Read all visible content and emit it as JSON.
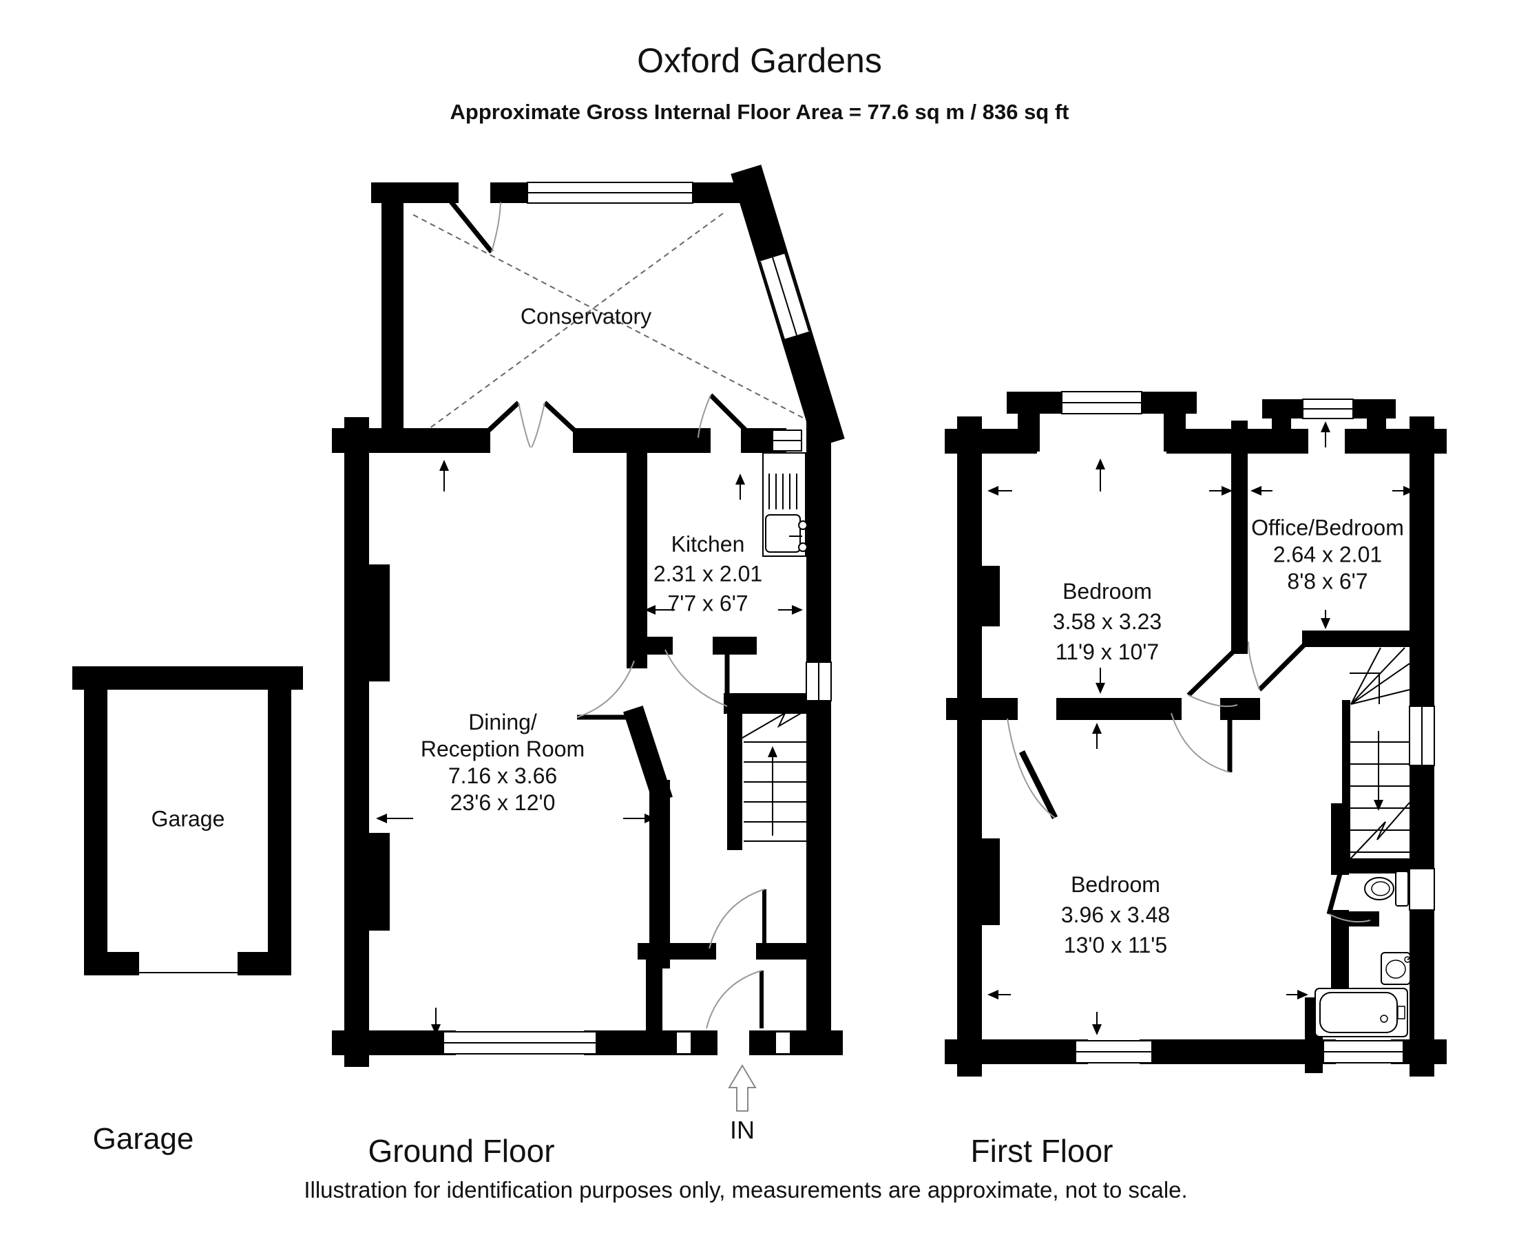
{
  "title": "Oxford Gardens",
  "subtitle": "Approximate Gross Internal Floor Area  = 77.6 sq m / 836 sq ft",
  "ground_floor": {
    "label": "Ground Floor",
    "conservatory": {
      "name": "Conservatory"
    },
    "kitchen": {
      "name": "Kitchen",
      "metric": "2.31 x 2.01",
      "imperial": "7'7 x 6'7"
    },
    "dining": {
      "name_line1": "Dining/",
      "name_line2": "Reception Room",
      "metric": "7.16 x 3.66",
      "imperial": "23'6 x 12'0"
    },
    "entrance_label": "IN"
  },
  "first_floor": {
    "label": "First Floor",
    "bedroom_front": {
      "name": "Bedroom",
      "metric": "3.58 x 3.23",
      "imperial": "11'9 x 10'7"
    },
    "office_bedroom": {
      "name": "Office/Bedroom",
      "metric": "2.64 x 2.01",
      "imperial": "8'8 x 6'7"
    },
    "bedroom_back": {
      "name": "Bedroom",
      "metric": "3.96 x 3.48",
      "imperial": "13'0 x 11'5"
    }
  },
  "garage": {
    "plan_label": "Garage",
    "room_name": "Garage"
  },
  "disclaimer": "Illustration for identification purposes only, measurements are approximate, not to scale."
}
